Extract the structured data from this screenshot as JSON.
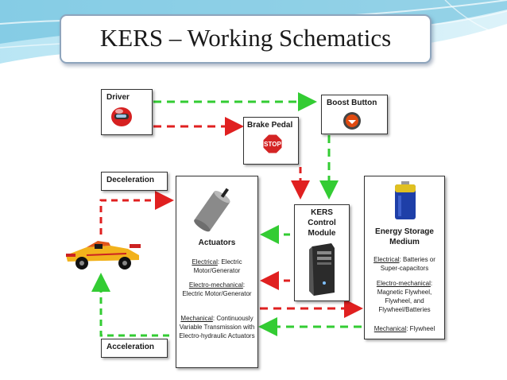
{
  "slide": {
    "title": "KERS – Working Schematics",
    "colors": {
      "accent": "#5bb8d9",
      "green_arrow": "#33cc33",
      "red_arrow": "#e02020"
    }
  },
  "diagram": {
    "driver": {
      "label": "Driver",
      "icon": "driver-helmet-icon"
    },
    "boost_button": {
      "label": "Boost Button",
      "icon": "boost-button-icon"
    },
    "brake_pedal": {
      "label": "Brake Pedal",
      "icon": "stop-sign-icon",
      "icon_text": "STOP"
    },
    "deceleration": {
      "label": "Deceleration"
    },
    "acceleration": {
      "label": "Acceleration"
    },
    "race_car": {
      "icon": "race-car-icon"
    },
    "actuators": {
      "title": "Actuators",
      "icon": "cylinder-actuator-icon",
      "electrical_label": "Electrical",
      "electrical_text": ": Electric Motor/Generator",
      "electromech_label": "Electro-mechanical",
      "electromech_text": ": Electric Motor/Generator",
      "mechanical_label": "Mechanical",
      "mechanical_text": ": Continuously Variable Transmission with Electro-hydraulic Actuators"
    },
    "kers_module": {
      "line1": "KERS",
      "line2": "Control",
      "line3": "Module",
      "icon": "computer-tower-icon"
    },
    "energy_storage": {
      "title_line1": "Energy Storage",
      "title_line2": "Medium",
      "icon": "battery-icon",
      "electrical_label": "Electrical",
      "electrical_text": ": Batteries or Super-capacitors",
      "electromech_label": "Electro-mechanical",
      "electromech_text": ": Magnetic Flywheel, Flywheel, and Flywheel/Batteries",
      "mechanical_label": "Mechanical",
      "mechanical_text": ": Flywheel"
    }
  }
}
